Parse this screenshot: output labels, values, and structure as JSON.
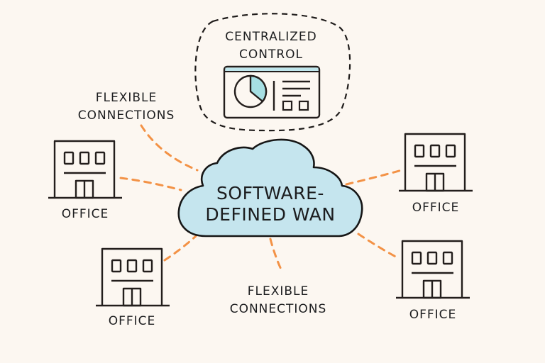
{
  "title": "Software-Defined WAN",
  "cloud": {
    "line1": "SOFTWARE-",
    "line2": "DEFINED WAN"
  },
  "control": {
    "line1": "CENTRALIZED",
    "line2": "CONTROL",
    "icon": "dashboard-icon"
  },
  "labels": {
    "flexible_top": {
      "line1": "FLEXIBLE",
      "line2": "CONNECTIONS"
    },
    "flexible_bottom": {
      "line1": "FLEXIBLE",
      "line2": "CONNECTIONS"
    }
  },
  "offices": [
    {
      "label": "OFFICE",
      "position": "left-top",
      "icon": "office-building-icon"
    },
    {
      "label": "OFFICE",
      "position": "left-bottom",
      "icon": "office-building-icon"
    },
    {
      "label": "OFFICE",
      "position": "right-top",
      "icon": "office-building-icon"
    },
    {
      "label": "OFFICE",
      "position": "right-bottom",
      "icon": "office-building-icon"
    }
  ],
  "colors": {
    "background": "#fcf7f1",
    "cloud_fill": "#c5e5ee",
    "connection": "#f39246",
    "stroke": "#231e1c",
    "pie_accent": "#a6dfe3"
  }
}
